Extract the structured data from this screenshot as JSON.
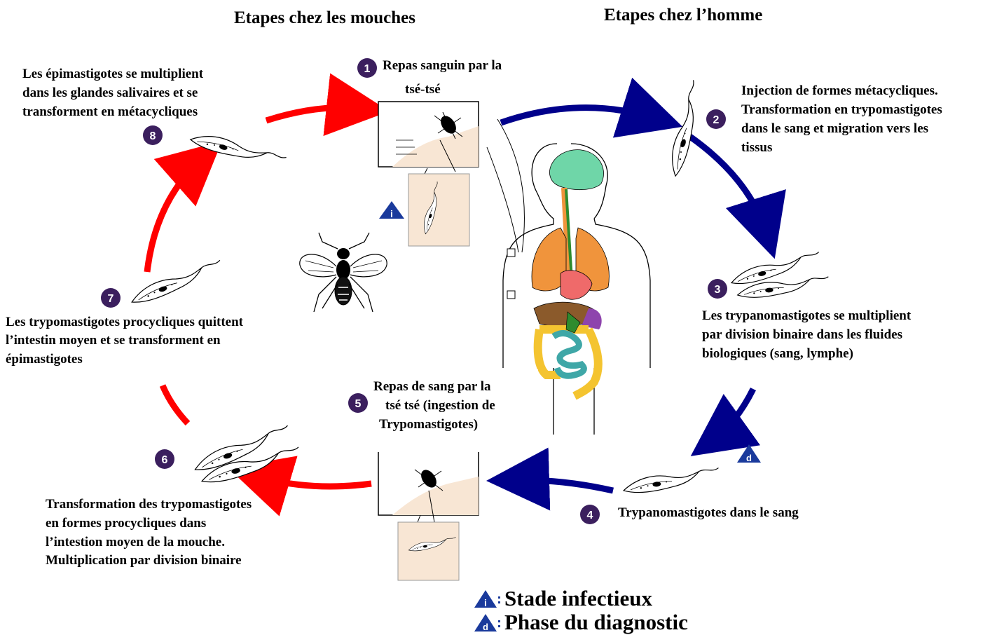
{
  "headers": {
    "flies": "Etapes chez les mouches",
    "human": "Etapes chez l’homme"
  },
  "steps": {
    "s1": {
      "num": "1",
      "lines": [
        "Repas sanguin par la",
        "tsé-tsé"
      ]
    },
    "s2": {
      "num": "2",
      "lines": [
        "Injection de formes métacycliques.",
        "Transformation en trypomastigotes",
        "dans le sang et  migration vers les",
        "tissus"
      ]
    },
    "s3": {
      "num": "3",
      "lines": [
        "Les trypanomastigotes se multiplient",
        "par division binaire dans les fluides",
        "biologiques (sang, lymphe)"
      ]
    },
    "s4": {
      "num": "4",
      "lines": [
        "Trypanomastigotes dans le sang"
      ]
    },
    "s5": {
      "num": "5",
      "lines": [
        "Repas de sang par la",
        "tsé tsé (ingestion de",
        "Trypomastigotes)"
      ]
    },
    "s6": {
      "num": "6",
      "lines": [
        "Transformation des trypomastigotes",
        "en formes procycliques dans",
        "l’intestion moyen de la mouche.",
        "Multiplication par division binaire"
      ]
    },
    "s7": {
      "num": "7",
      "lines": [
        "Les trypomastigotes procycliques quittent",
        "l’intestin moyen et se transforment en",
        "épimastigotes"
      ]
    },
    "s8": {
      "num": "8",
      "lines": [
        "Les épimastigotes se multiplient",
        "dans les glandes salivaires et se",
        "transforment en métacycliques"
      ]
    }
  },
  "markers": {
    "infectious": "i",
    "diagnostic": "d"
  },
  "legend": {
    "infectious": "Stade infectieux",
    "diagnostic": "Phase du diagnostic"
  },
  "colors": {
    "human_arrows": "#00008b",
    "fly_arrows": "#ff0000",
    "step_circle": "#3b1f5e",
    "marker_triangle": "#1a3a9c",
    "inset_fill": "#f8e6d4",
    "brain": "#6fd6a8",
    "lungs": "#f0943c",
    "heart": "#ef6a6a",
    "liver": "#8b5a2b",
    "intestine_large": "#f4c430",
    "intestine_small": "#3fa7a7"
  }
}
